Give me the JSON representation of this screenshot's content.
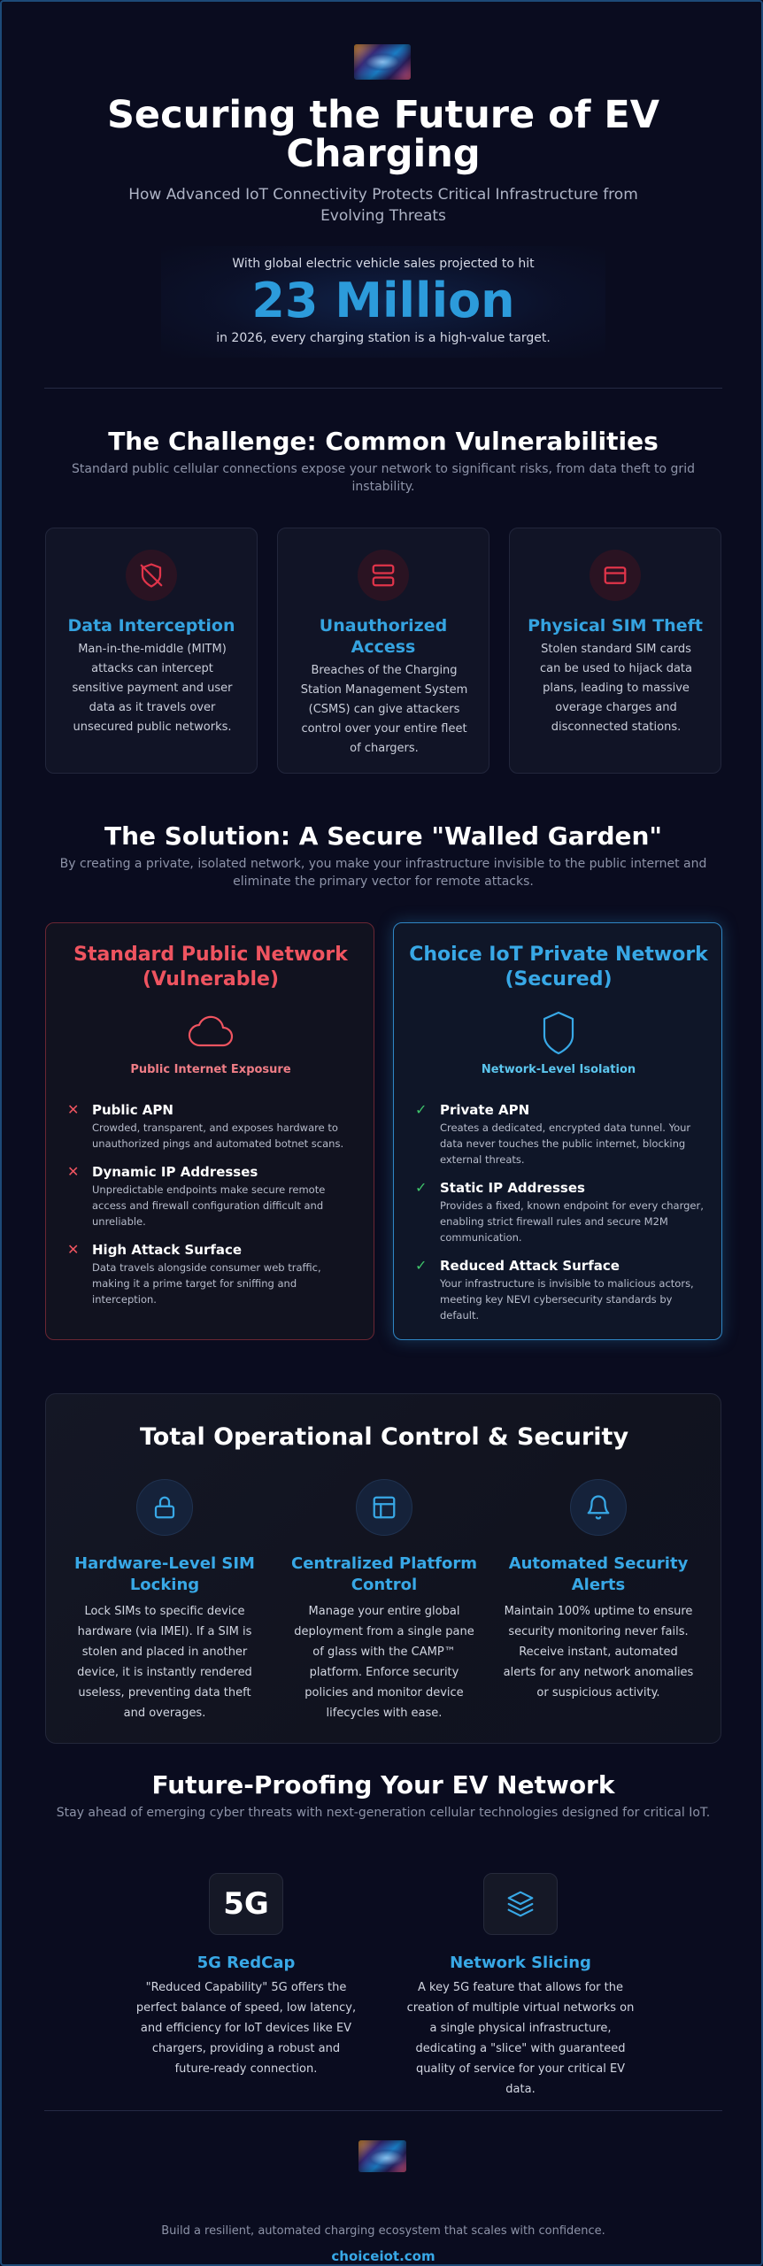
{
  "header": {
    "title": "Securing the Future of EV Charging",
    "subtitle": "How Advanced IoT Connectivity Protects Critical Infrastructure from Evolving Threats",
    "stat_pre": "With global electric vehicle sales projected to hit",
    "stat_value": "23 Million",
    "stat_post": "in 2026, every charging station is a high-value target."
  },
  "challenge": {
    "title": "The Challenge: Common Vulnerabilities",
    "subtitle": "Standard public cellular connections expose your network to significant risks, from data theft to grid instability.",
    "cards": [
      {
        "icon": "shield-off-icon",
        "title": "Data Interception",
        "text": "Man-in-the-middle (MITM) attacks can intercept sensitive payment and user data as it travels over unsecured public networks."
      },
      {
        "icon": "server-icon",
        "title": "Unauthorized Access",
        "text": "Breaches of the Charging Station Management System (CSMS) can give attackers control over your entire fleet of chargers."
      },
      {
        "icon": "sim-card-icon",
        "title": "Physical SIM Theft",
        "text": "Stolen standard SIM cards can be used to hijack data plans, leading to massive overage charges and disconnected stations."
      }
    ]
  },
  "solution": {
    "title": "The Solution: A Secure \"Walled Garden\"",
    "subtitle": "By creating a private, isolated network, you make your infrastructure invisible to the public internet and eliminate the primary vector for remote attacks.",
    "public": {
      "title": "Standard Public Network (Vulnerable)",
      "tag": "Public Internet Exposure",
      "points": [
        {
          "title": "Public APN",
          "text": "Crowded, transparent, and exposes hardware to unauthorized pings and automated botnet scans."
        },
        {
          "title": "Dynamic IP Addresses",
          "text": "Unpredictable endpoints make secure remote access and firewall configuration difficult and unreliable."
        },
        {
          "title": "High Attack Surface",
          "text": "Data travels alongside consumer web traffic, making it a prime target for sniffing and interception."
        }
      ]
    },
    "private": {
      "title": "Choice IoT Private Network (Secured)",
      "tag": "Network-Level Isolation",
      "points": [
        {
          "title": "Private APN",
          "text": "Creates a dedicated, encrypted data tunnel. Your data never touches the public internet, blocking external threats."
        },
        {
          "title": "Static IP Addresses",
          "text": "Provides a fixed, known endpoint for every charger, enabling strict firewall rules and secure M2M communication."
        },
        {
          "title": "Reduced Attack Surface",
          "text": "Your infrastructure is invisible to malicious actors, meeting key NEVI cybersecurity standards by default."
        }
      ]
    },
    "cross_mark": "✕",
    "check_mark": "✓"
  },
  "operations": {
    "title": "Total Operational Control & Security",
    "items": [
      {
        "icon": "lock-icon",
        "title": "Hardware-Level SIM Locking",
        "text": "Lock SIMs to specific device hardware (via IMEI). If a SIM is stolen and placed in another device, it is instantly rendered useless, preventing data theft and overages."
      },
      {
        "icon": "dashboard-icon",
        "title": "Centralized Platform Control",
        "text": "Manage your entire global deployment from a single pane of glass with the CAMP™ platform. Enforce security policies and monitor device lifecycles with ease."
      },
      {
        "icon": "bell-icon",
        "title": "Automated Security Alerts",
        "text": "Maintain 100% uptime to ensure security monitoring never fails. Receive instant, automated alerts for any network anomalies or suspicious activity."
      }
    ]
  },
  "future": {
    "title": "Future-Proofing Your EV Network",
    "subtitle": "Stay ahead of emerging cyber threats with next-generation cellular technologies designed for critical IoT.",
    "items": [
      {
        "icon_text": "5G",
        "title": "5G RedCap",
        "text": "\"Reduced Capability\" 5G offers the perfect balance of speed, low latency, and efficiency for IoT devices like EV chargers, providing a robust and future-ready connection."
      },
      {
        "icon": "layers-icon",
        "title": "Network Slicing",
        "text": "A key 5G feature that allows for the creation of multiple virtual networks on a single physical infrastructure, dedicating a \"slice\" with guaranteed quality of service for your critical EV data."
      }
    ]
  },
  "footer": {
    "tagline": "Build a resilient, automated charging ecosystem that scales with confidence.",
    "link": "choiceiot.com"
  },
  "colors": {
    "background": "#0a0c1f",
    "accent": "#38a8e6",
    "danger": "#ef5460",
    "success": "#3ec36a"
  }
}
